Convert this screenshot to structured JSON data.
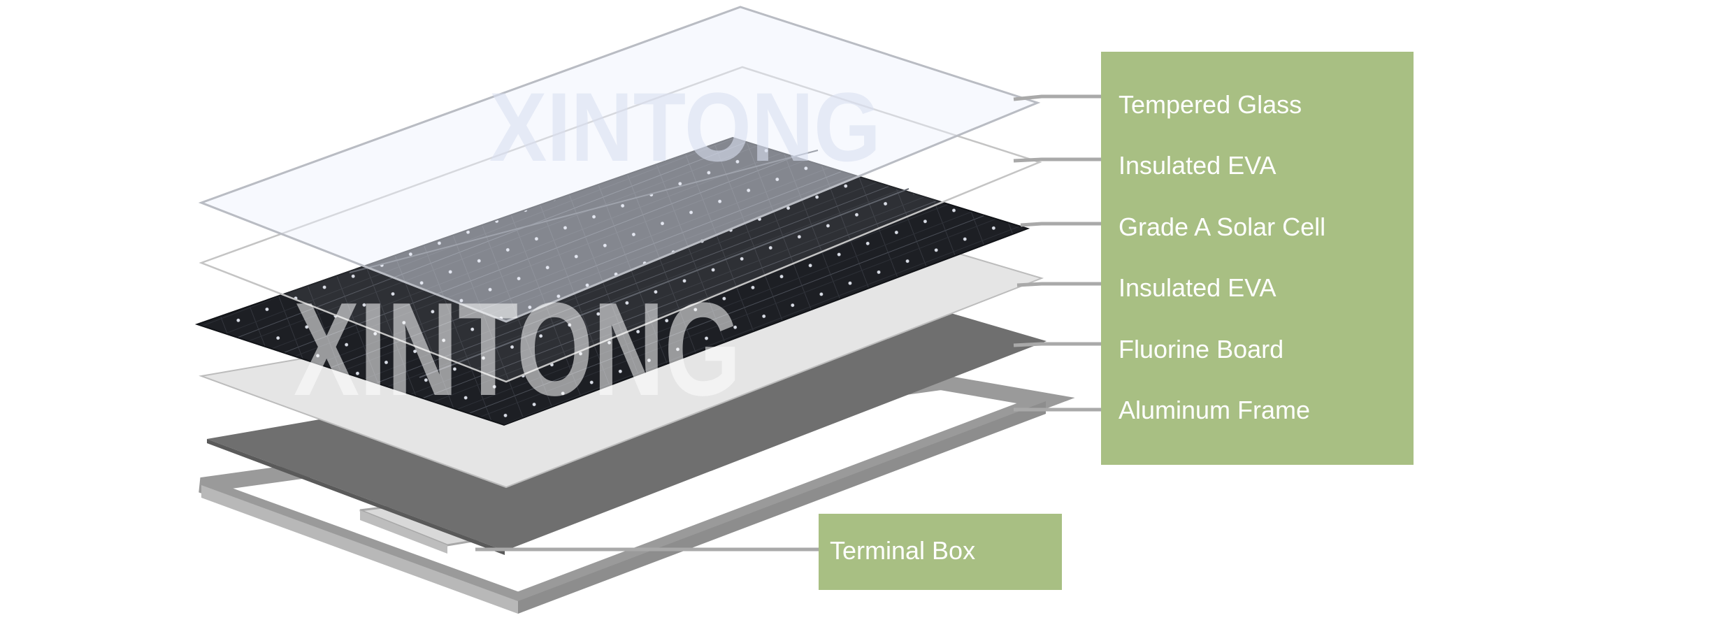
{
  "layers": [
    {
      "label": "Tempered Glass"
    },
    {
      "label": "Insulated EVA"
    },
    {
      "label": "Grade A Solar Cell"
    },
    {
      "label": "Insulated EVA"
    },
    {
      "label": "Fluorine Board"
    },
    {
      "label": "Aluminum Frame"
    }
  ],
  "terminal_box": {
    "label": "Terminal Box"
  },
  "watermark": {
    "text": "XINTONG"
  },
  "colors": {
    "label_panel": "#a8bf83",
    "label_text": "#ffffff",
    "leader_line": "#a9a9a9",
    "glass_fill": "#f1f4fd",
    "cell_fill": "#1d1f24",
    "eva_fill": "#e5e5e5",
    "board_fill": "#6f6f6f",
    "frame_fill": "#9a9a9a"
  }
}
